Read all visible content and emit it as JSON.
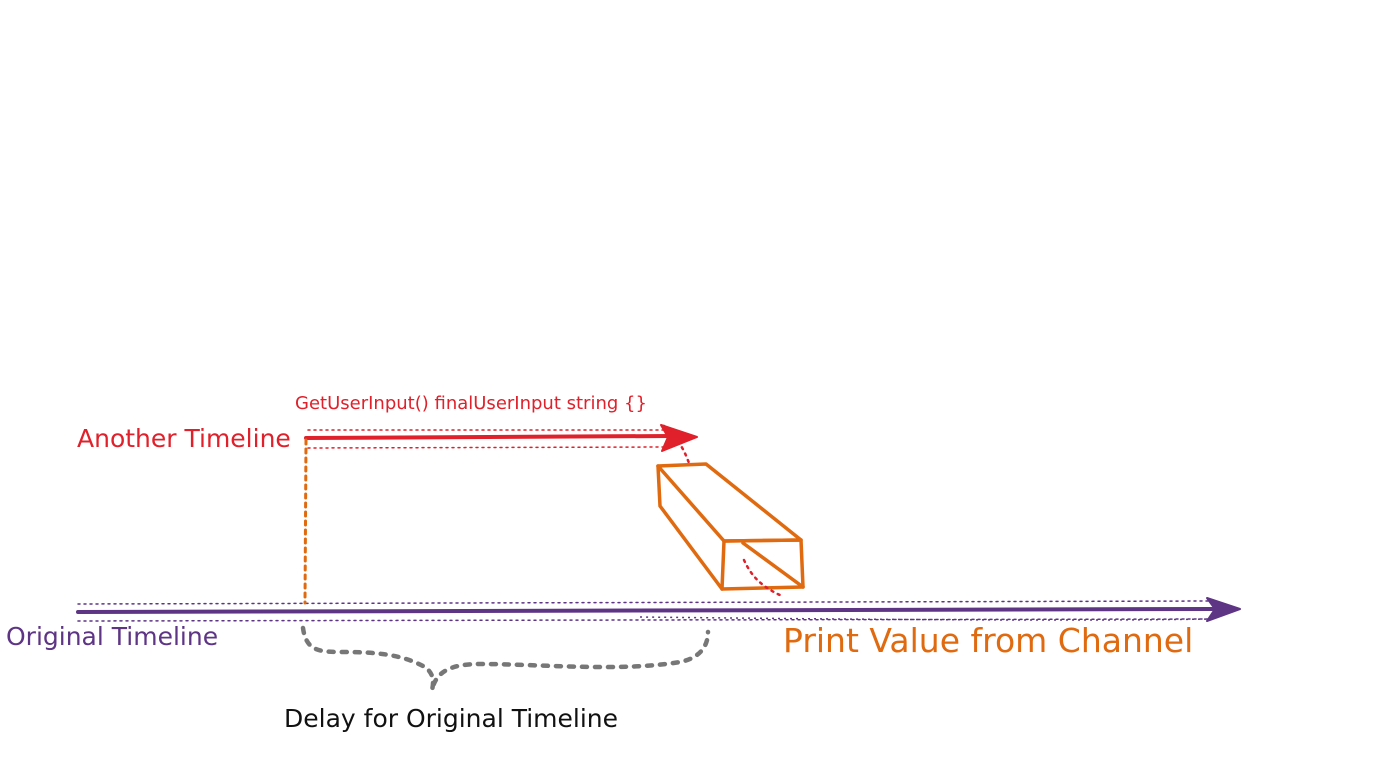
{
  "colors": {
    "original": "#5e3485",
    "another": "#e0202a",
    "channel": "#e06a10",
    "delay": "#777777",
    "text_dark": "#111111"
  },
  "labels": {
    "another_timeline": "Another Timeline",
    "original_timeline": "Original Timeline",
    "code_snippet": "GetUserInput() finalUserInput string {}",
    "print_value": "Print Value from Channel",
    "delay": "Delay for Original Timeline"
  },
  "icons": {
    "channel": "pipe-box-icon"
  }
}
